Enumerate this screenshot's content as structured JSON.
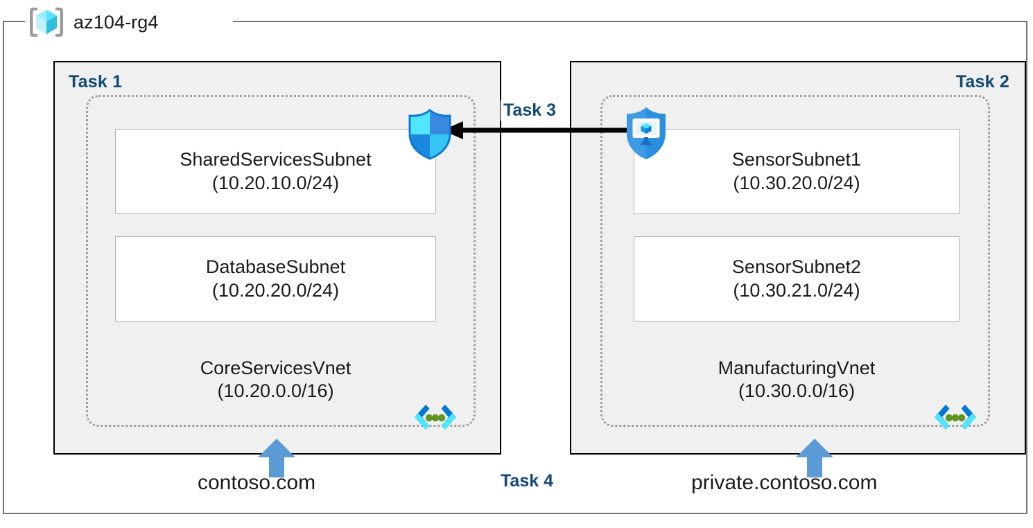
{
  "resource_group": {
    "name": "az104-rg4",
    "icon": "azure-resource-group-icon"
  },
  "tasks": {
    "task1_label": "Task 1",
    "task2_label": "Task 2",
    "task3_label": "Task 3",
    "task4_label": "Task 4"
  },
  "vnets": [
    {
      "id": "core-services",
      "name": "CoreServicesVnet",
      "cidr": "(10.20.0.0/16)",
      "icon": "virtual-network-icon",
      "subnets": [
        {
          "name": "SharedServicesSubnet",
          "cidr": "(10.20.10.0/24)"
        },
        {
          "name": "DatabaseSubnet",
          "cidr": "(10.20.20.0/24)"
        }
      ]
    },
    {
      "id": "manufacturing",
      "name": "ManufacturingVnet",
      "cidr": "(10.30.0.0/16)",
      "icon": "virtual-network-icon",
      "subnets": [
        {
          "name": "SensorSubnet1",
          "cidr": "(10.30.20.0/24)"
        },
        {
          "name": "SensorSubnet2",
          "cidr": "(10.30.21.0/24)"
        }
      ]
    }
  ],
  "icons": {
    "firewall_shield": "network-security-shield-icon",
    "private_endpoint": "private-endpoint-shield-icon",
    "peering_arrow": "peering-arrow-left-icon",
    "dns_arrow": "dns-zone-link-arrow-up-icon"
  },
  "dns_zones": [
    {
      "name": "contoso.com"
    },
    {
      "name": "private.contoso.com"
    }
  ],
  "colors": {
    "task_label": "#104A75",
    "task_box_fill": "#f0f0f0",
    "task_box_border": "#000000",
    "vnet_border": "#9e9e9e",
    "subnet_border": "#b3b3b3",
    "frame_border": "#727272",
    "arrow_blue": "#4a90dd",
    "peering_arrow": "#000000",
    "azure_cyan": "#32d4f5",
    "azure_blue": "#1b93e8"
  }
}
